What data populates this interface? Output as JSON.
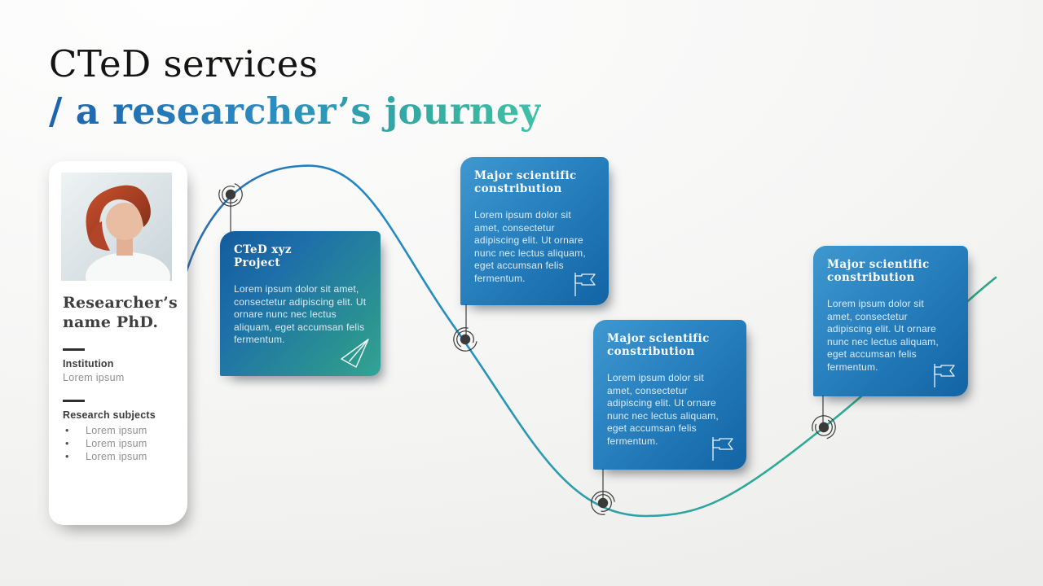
{
  "slide": {
    "title_line1": "CTeD services",
    "title_line2": "/ a researcher’s journey"
  },
  "profile": {
    "name": "Researcher’s name PhD.",
    "institution_label": "Institution",
    "institution_value": "Lorem ipsum",
    "subjects_label": "Research subjects",
    "subjects": [
      "Lorem ipsum",
      "Lorem ipsum",
      "Lorem ipsum"
    ]
  },
  "cards": [
    {
      "title_line1": "CTeD xyz",
      "title_line2": "Project",
      "body": "Lorem ipsum dolor sit amet, consectetur adipiscing elit. Ut ornare nunc nec lectus aliquam, eget accumsan felis fermentum.",
      "icon": "paper-plane-icon"
    },
    {
      "title_line1": "Major scientific",
      "title_line2": "constribution",
      "body": "Lorem ipsum dolor sit amet, consectetur adipiscing elit. Ut ornare nunc nec lectus aliquam, eget accumsan felis fermentum.",
      "icon": "flag-icon"
    },
    {
      "title_line1": "Major scientific",
      "title_line2": "constribution",
      "body": "Lorem ipsum dolor sit amet, consectetur adipiscing elit. Ut ornare nunc nec lectus aliquam, eget accumsan felis fermentum.",
      "icon": "flag-icon"
    },
    {
      "title_line1": "Major scientific",
      "title_line2": "constribution",
      "body": "Lorem ipsum dolor sit amet, consectetur adipiscing elit. Ut ornare nunc nec lectus aliquam, eget accumsan felis fermentum.",
      "icon": "flag-icon"
    }
  ],
  "colors": {
    "title_gradient_start": "#1d63aa",
    "title_gradient_end": "#40c1a7",
    "project_card_start": "#145c9d",
    "project_card_end": "#33a496",
    "contribution_card_start": "#3f98cf",
    "contribution_card_end": "#1264a5",
    "curve_blue": "#1f86c6",
    "curve_teal": "#2daa92",
    "marker_dark": "#3a3a3a"
  }
}
